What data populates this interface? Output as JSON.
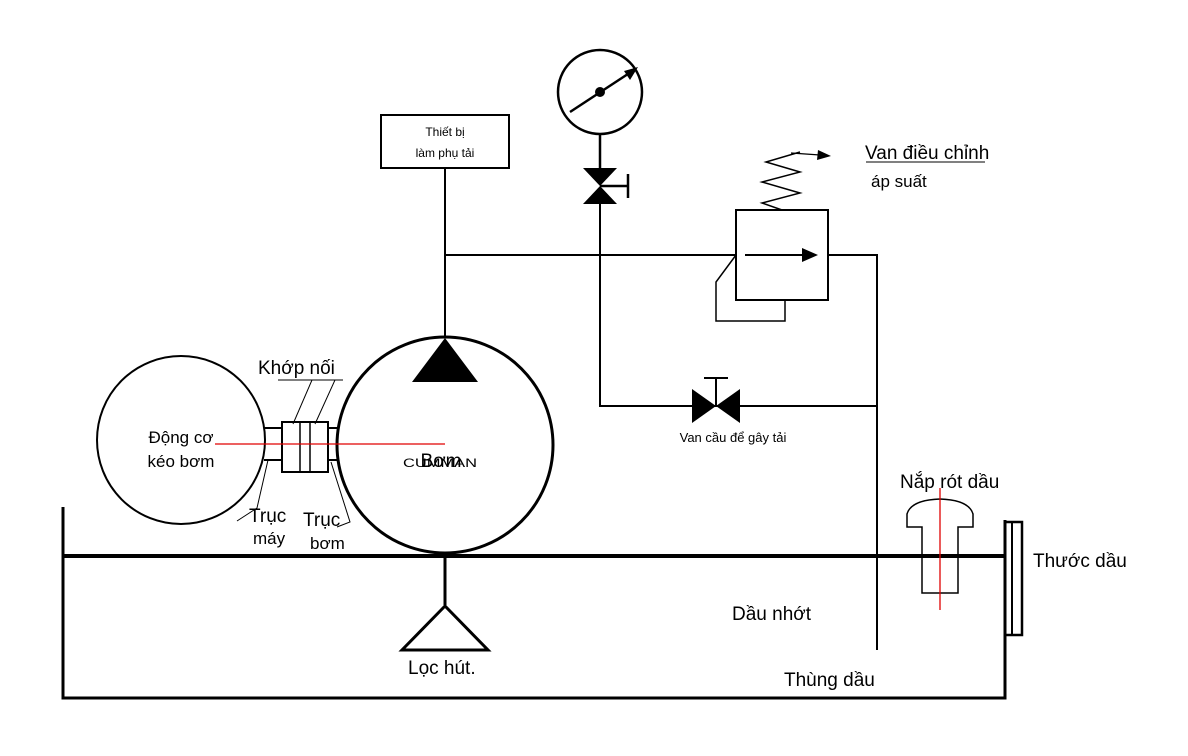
{
  "labels": {
    "load_device_line1": "Thiết bị",
    "load_device_line2": "làm phụ tải",
    "pressure_valve_line1": "Van điều chỉnh",
    "pressure_valve_line2": "áp suất",
    "coupling": "Khớp nối",
    "motor_line1": "Động cơ",
    "motor_line2": "kéo bơm",
    "pump_overlap_1": "CUMMAN",
    "pump_overlap_2": "Bơm",
    "machine_shaft_line1": "Trục",
    "machine_shaft_line2": "máy",
    "pump_shaft_line1": "Trục",
    "pump_shaft_line2": "bơm",
    "globe_valve": "Van cầu để gây tải",
    "filler_cap": "Nắp rót dầu",
    "dipstick": "Thước dầu",
    "lube_oil": "Dầu nhớt",
    "oil_tank": "Thùng dầu",
    "suction_filter": "Lọc hút."
  },
  "colors": {
    "line": "#000000",
    "centerline": "#e00000",
    "background": "#ffffff"
  }
}
